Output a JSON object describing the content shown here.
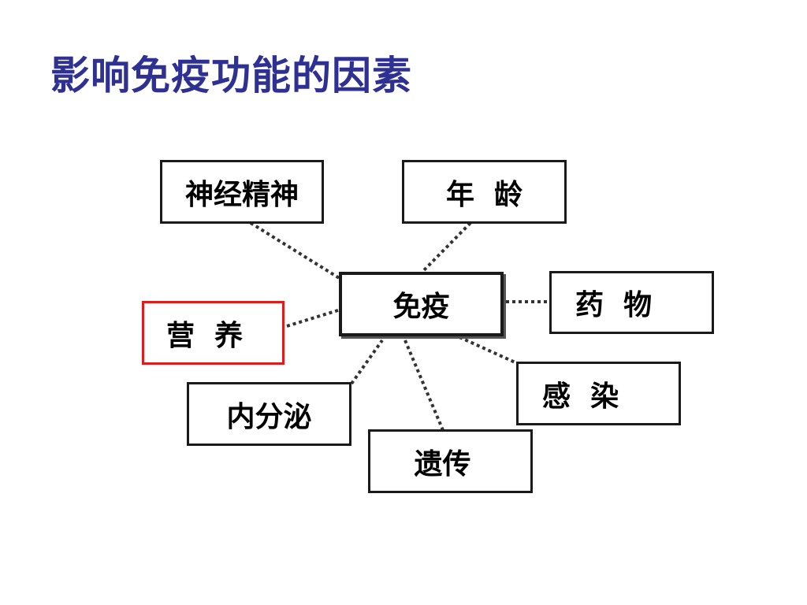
{
  "title": "影响免疫功能的因素",
  "center": "免疫",
  "factors": {
    "neuro": "神经精神",
    "age": "年  龄",
    "drug": "药  物",
    "nutrition": "营  养",
    "infection": "感  染",
    "endocrine": "内分泌",
    "genetic": "遗传"
  },
  "colors": {
    "title": "#2e3192",
    "highlight": "#e01b1b",
    "border": "#1a1a1a"
  }
}
